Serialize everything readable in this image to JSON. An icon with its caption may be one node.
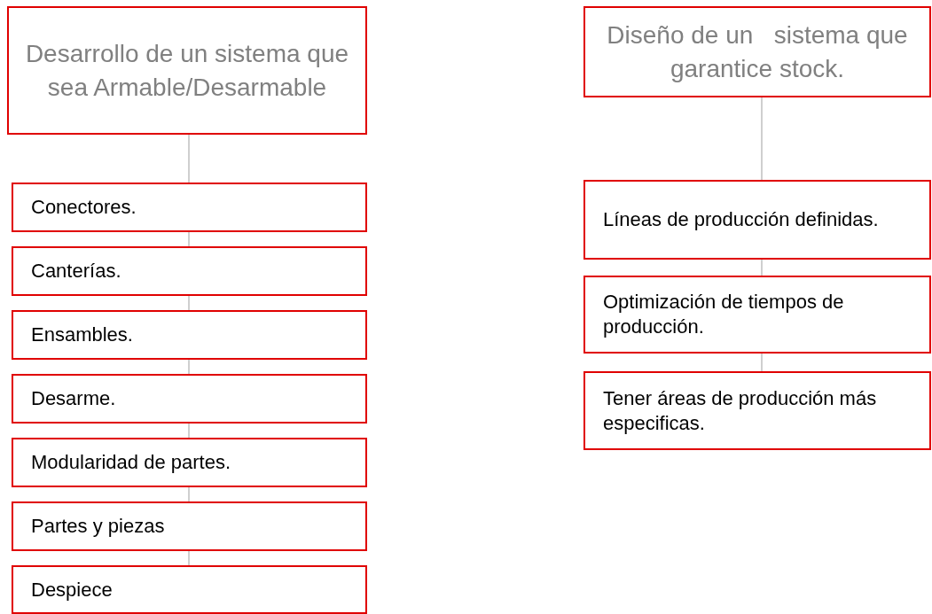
{
  "diagram": {
    "nodes": [
      {
        "text": [
          "Desarrollo de un sistema que sea Armable/Desarmable"
        ]
      },
      {
        "text": [
          "Conectores."
        ]
      },
      {
        "text": [
          "Canterías."
        ]
      },
      {
        "text": [
          "Ensambles."
        ]
      },
      {
        "text": [
          "Desarme."
        ]
      },
      {
        "text": [
          "Modularidad de partes."
        ]
      },
      {
        "text": [
          "Partes y piezas"
        ]
      },
      {
        "text": [
          "Despiece"
        ]
      },
      {
        "text": [
          "Diseño de un   sistema que garantice stock."
        ]
      },
      {
        "text": [
          "Líneas de producción definidas."
        ]
      },
      {
        "text": [
          "Optimización de tiempos de producción."
        ]
      },
      {
        "text": [
          "Tener áreas de producción más especificas."
        ]
      }
    ],
    "edges": [
      {
        "from": 0,
        "to": 1,
        "arrow": "none"
      },
      {
        "from": 1,
        "to": 2,
        "arrow": "none"
      },
      {
        "from": 2,
        "to": 3,
        "arrow": "none"
      },
      {
        "from": 3,
        "to": 4,
        "arrow": "none"
      },
      {
        "from": 4,
        "to": 5,
        "arrow": "none"
      },
      {
        "from": 5,
        "to": 6,
        "arrow": "none"
      },
      {
        "from": 6,
        "to": 7,
        "arrow": "none"
      },
      {
        "from": 8,
        "to": 9,
        "arrow": "none"
      },
      {
        "from": 9,
        "to": 10,
        "arrow": "none"
      },
      {
        "from": 10,
        "to": 11,
        "arrow": "none"
      }
    ]
  }
}
